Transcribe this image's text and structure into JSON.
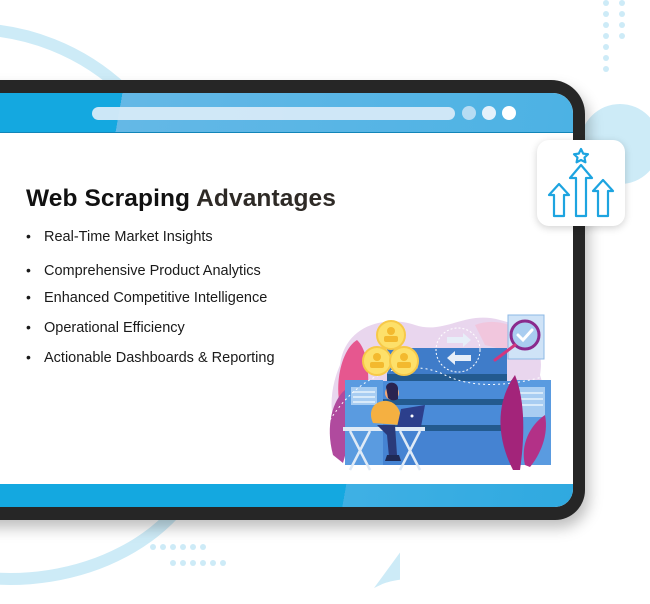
{
  "slide": {
    "title_part1": "Web Scraping",
    "title_part2": "Advantages",
    "bullet_glyph": "•",
    "bullets": [
      "Real-Time Market Insights",
      "Comprehensive Product Analytics",
      "Enhanced Competitive Intelligence",
      "Operational Efficiency",
      "Actionable Dashboards & Reporting"
    ]
  },
  "icons": {
    "badge": "growth-arrows-star-icon",
    "illustration": "data-analyst-server-illustration"
  },
  "colors": {
    "accent_blue": "#14a8e0",
    "frame_dark": "#262626",
    "icon_blue": "#1da4e0",
    "deco_light_blue": "#cdebf7",
    "title_text": "#111111"
  }
}
